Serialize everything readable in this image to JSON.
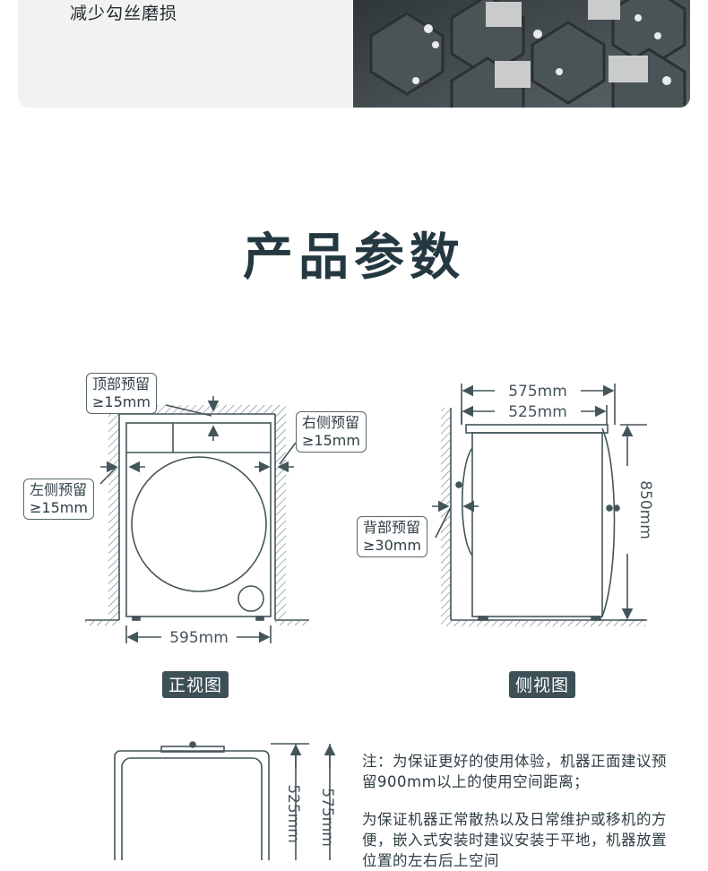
{
  "feature": {
    "text": "减少勾丝磨损"
  },
  "section": {
    "title": "产品参数"
  },
  "front_view": {
    "label": "正视图",
    "top_clearance": [
      "顶部预留",
      "≥15mm"
    ],
    "left_clearance": [
      "左侧预留",
      "≥15mm"
    ],
    "right_clearance": [
      "右侧预留",
      "≥15mm"
    ],
    "width": "595mm"
  },
  "side_view": {
    "label": "侧视图",
    "depth_total": "575mm",
    "depth_body": "525mm",
    "height": "850mm",
    "back_clearance": [
      "背部预留",
      "≥30mm"
    ]
  },
  "top_view": {
    "depth_total": "575mm",
    "depth_body": "525mm"
  },
  "notes": {
    "note1": "注：为保证更好的使用体验，机器正面建议预留900mm以上的使用空间距离；",
    "note2": "为保证机器正常散热以及日常维护或移机的方便，嵌入式安装时建议安装于平地，机器放置位置的左右后上空间"
  }
}
